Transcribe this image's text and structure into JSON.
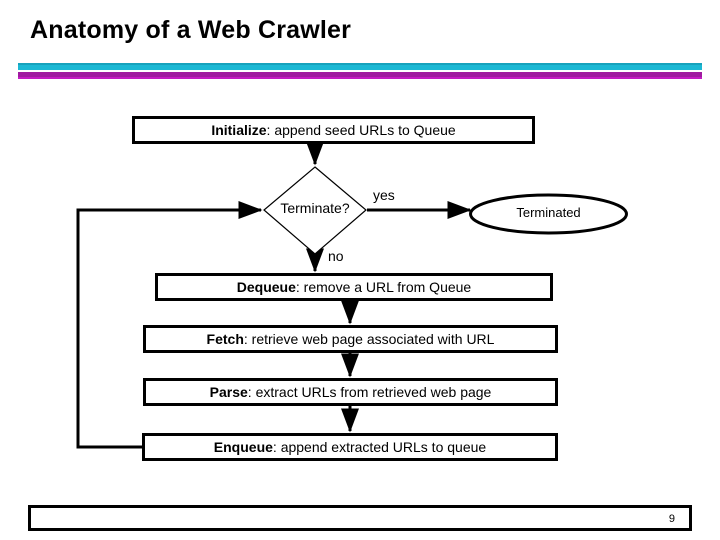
{
  "slide": {
    "title": "Anatomy of a Web Crawler",
    "page_number": "9",
    "divider": {
      "teal_color": "#1BB8D4",
      "teal_thin_color": "#17A2BC",
      "purple_color": "#A01AA0",
      "purple_thin_color": "#C41BC4"
    }
  },
  "flowchart": {
    "type": "flowchart",
    "nodes": [
      {
        "id": "initialize",
        "shape": "rectangle",
        "keyword": "Initialize",
        "separator": ": ",
        "description": "append seed URLs to Queue",
        "full_text": "Initialize: append seed URLs to Queue"
      },
      {
        "id": "terminate",
        "shape": "diamond",
        "full_text": "Terminate?"
      },
      {
        "id": "terminated",
        "shape": "ellipse",
        "full_text": "Terminated"
      },
      {
        "id": "dequeue",
        "shape": "rectangle",
        "keyword": "Dequeue",
        "separator": ": ",
        "description": "remove a URL from Queue",
        "full_text": "Dequeue: remove a URL from Queue"
      },
      {
        "id": "fetch",
        "shape": "rectangle",
        "keyword": "Fetch",
        "separator": ": ",
        "description": "retrieve web page associated with URL",
        "full_text": "Fetch: retrieve web page associated with URL"
      },
      {
        "id": "parse",
        "shape": "rectangle",
        "keyword": "Parse",
        "separator": ": ",
        "description": "extract URLs from retrieved web page",
        "full_text": "Parse: extract URLs from retrieved web page"
      },
      {
        "id": "enqueue",
        "shape": "rectangle",
        "keyword": "Enqueue",
        "separator": ": ",
        "description": "append extracted URLs to queue",
        "full_text": "Enqueue: append extracted URLs to queue"
      }
    ],
    "edges": [
      {
        "from": "initialize",
        "to": "terminate",
        "label": ""
      },
      {
        "from": "terminate",
        "to": "terminated",
        "label": "yes"
      },
      {
        "from": "terminate",
        "to": "dequeue",
        "label": "no"
      },
      {
        "from": "dequeue",
        "to": "fetch",
        "label": ""
      },
      {
        "from": "fetch",
        "to": "parse",
        "label": ""
      },
      {
        "from": "parse",
        "to": "enqueue",
        "label": ""
      },
      {
        "from": "enqueue",
        "to": "terminate",
        "label": ""
      }
    ],
    "labels": {
      "yes": "yes",
      "no": "no"
    }
  }
}
